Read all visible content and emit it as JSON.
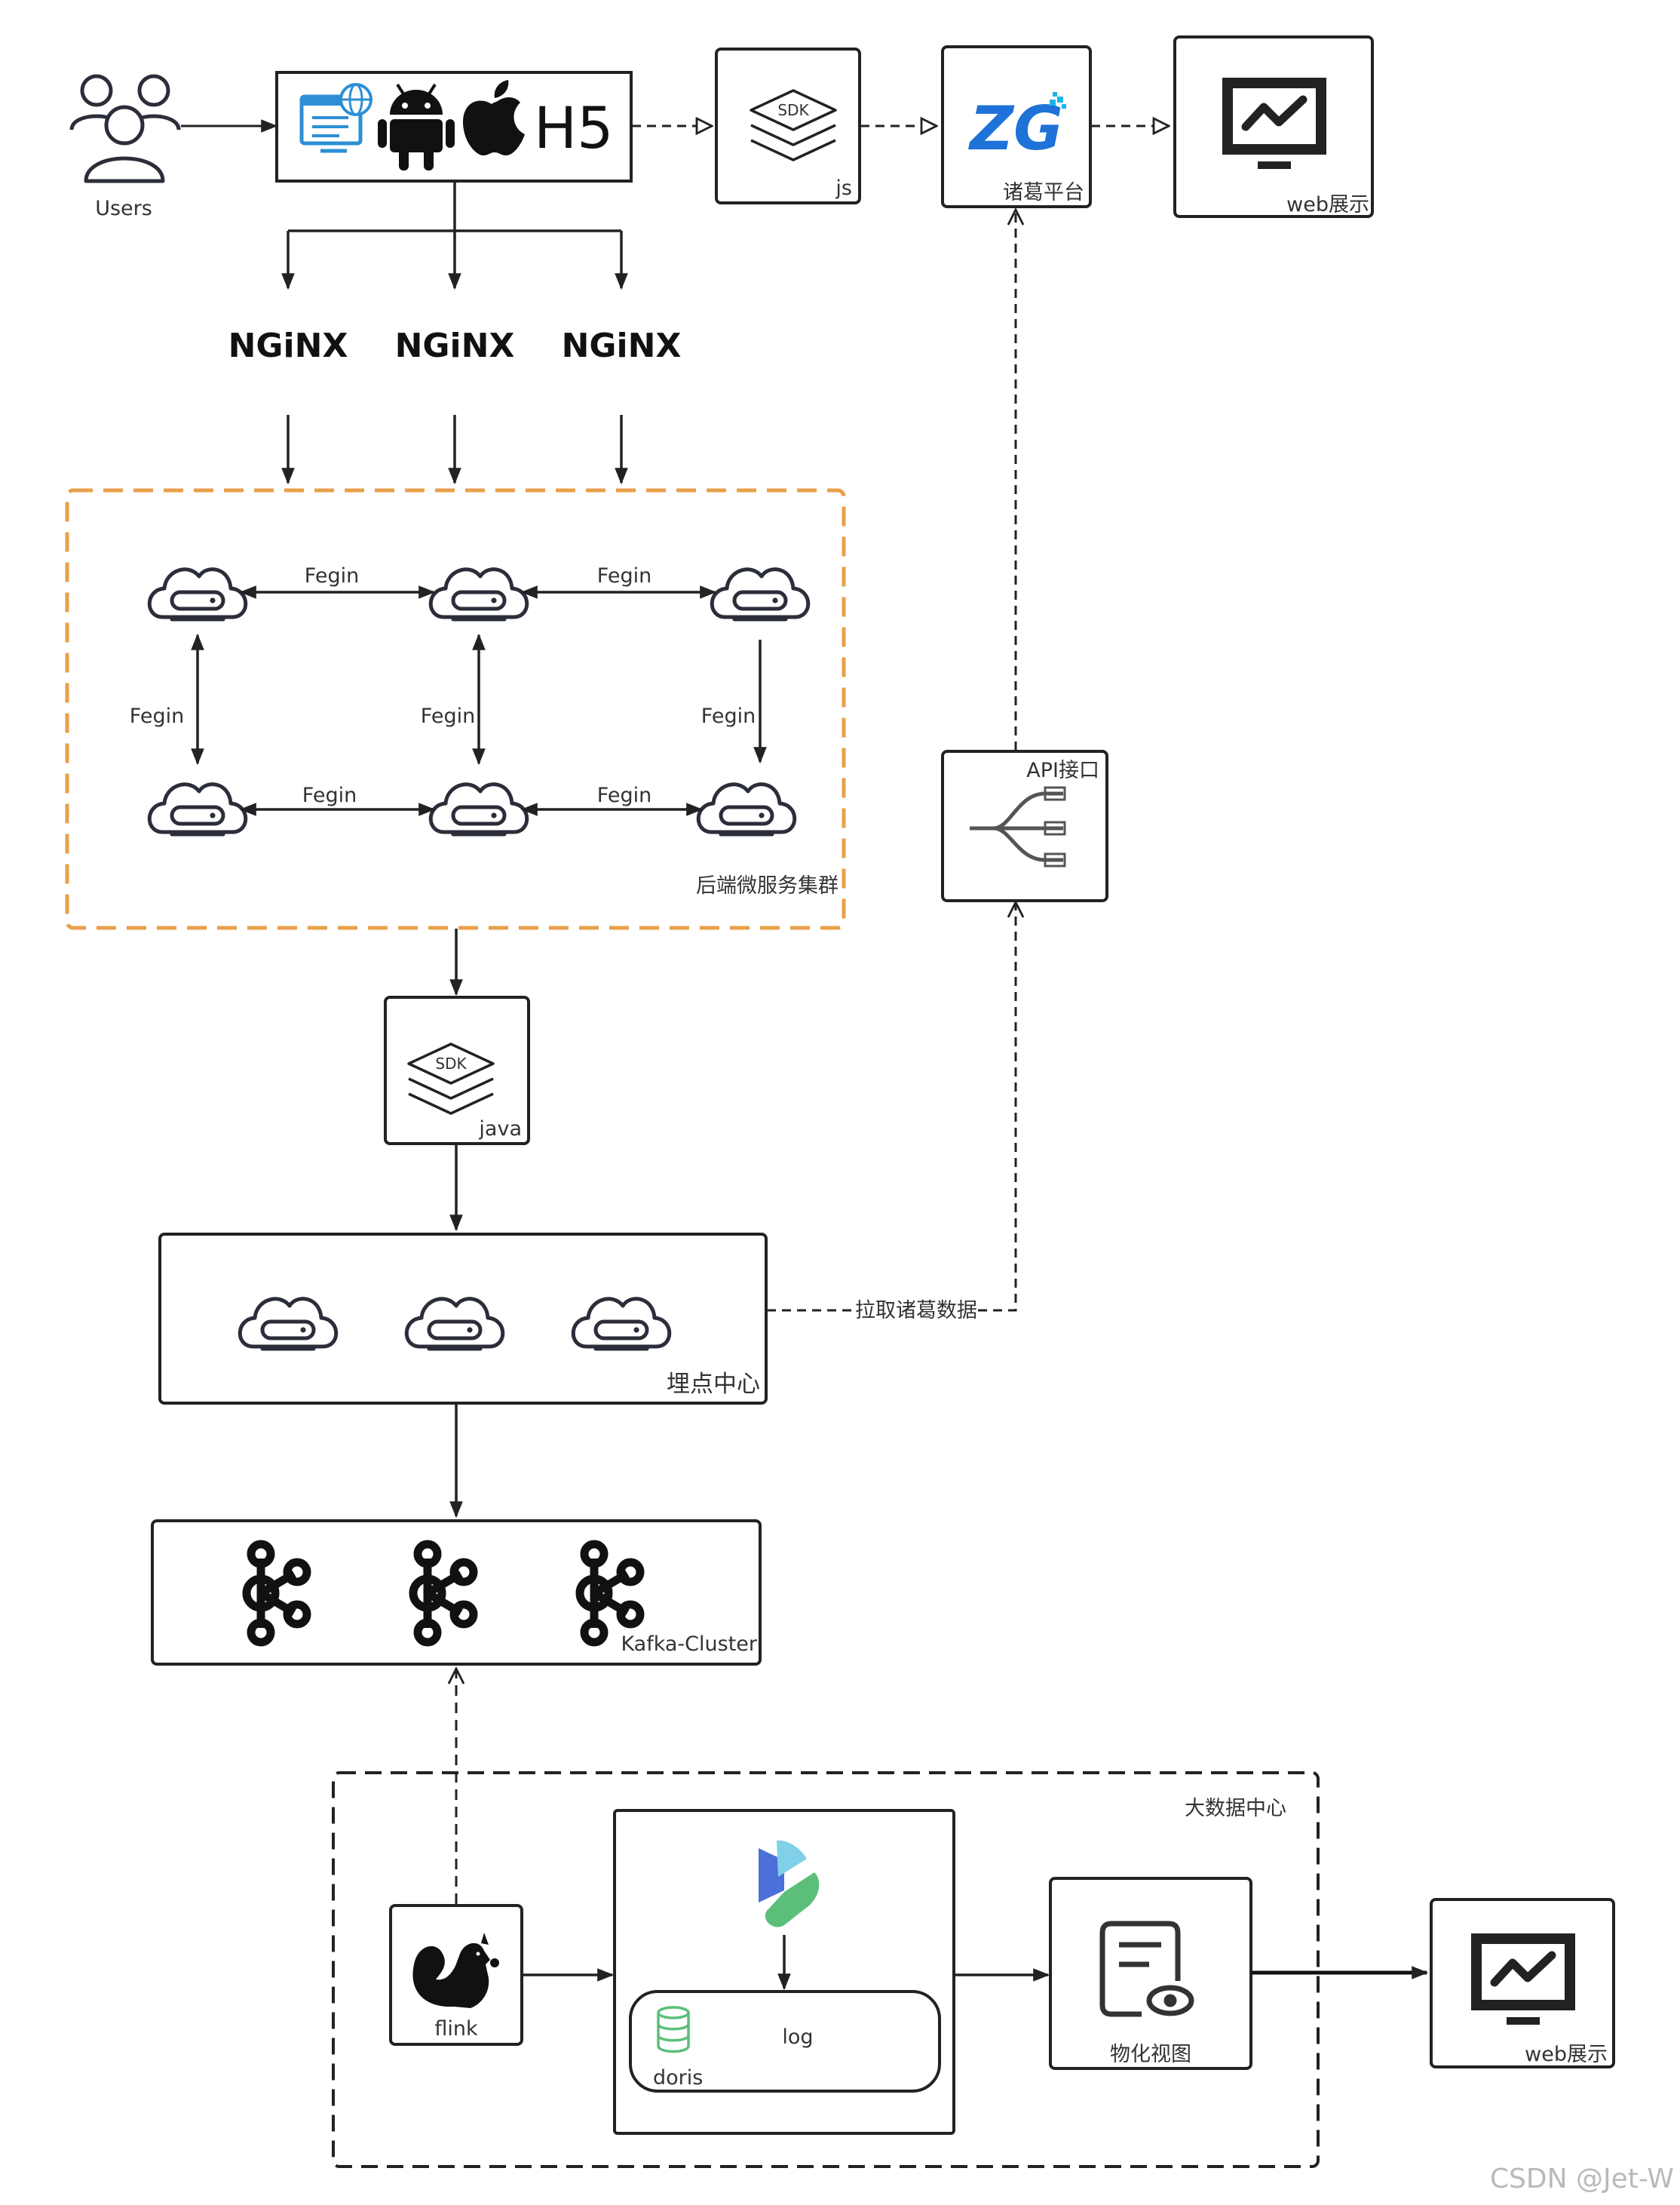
{
  "colors": {
    "stroke": "#222222",
    "accent_orange": "#E8A04A",
    "zg_blue": "#1E72D8",
    "doris_green": "#5BBF7A",
    "ui_blue": "#2C8FD6",
    "watermark": "#B9B9B9"
  },
  "nodes": {
    "users": "Users",
    "h5": "H5",
    "nginx": [
      "NGiNX",
      "NGiNX",
      "NGiNX"
    ],
    "sdk_js_badge": "SDK",
    "sdk_js_label": "js",
    "zg_logo": "ZG",
    "zhuge_platform": "诸葛平台",
    "web_display_top": "web展示",
    "cluster_label": "后端微服务集群",
    "fegin_edges": [
      "Fegin",
      "Fegin",
      "Fegin",
      "Fegin",
      "Fegin",
      "Fegin",
      "Fegin"
    ],
    "sdk_java_badge": "SDK",
    "sdk_java_label": "java",
    "tracking_center": "埋点中心",
    "pull_data": "拉取诸葛数据",
    "api": "API接口",
    "kafka": "Kafka-Cluster",
    "bigdata": "大数据中心",
    "flink": "flink",
    "log": "log",
    "doris": "doris",
    "mv": "物化视图",
    "web_display_bottom": "web展示"
  },
  "icons": {
    "users": "users-icon",
    "browser": "web-browser-icon",
    "android": "android-icon",
    "apple": "apple-icon",
    "sdk": "sdk-layers-icon",
    "monitor": "monitor-chart-icon",
    "service": "cloud-server-icon",
    "api": "api-tree-icon",
    "kafka": "kafka-icon",
    "flink": "flink-squirrel-icon",
    "kettle": "pipeline-logo-icon",
    "database": "database-icon",
    "mv": "materialized-view-icon"
  },
  "watermark": "CSDN @Jet-W"
}
